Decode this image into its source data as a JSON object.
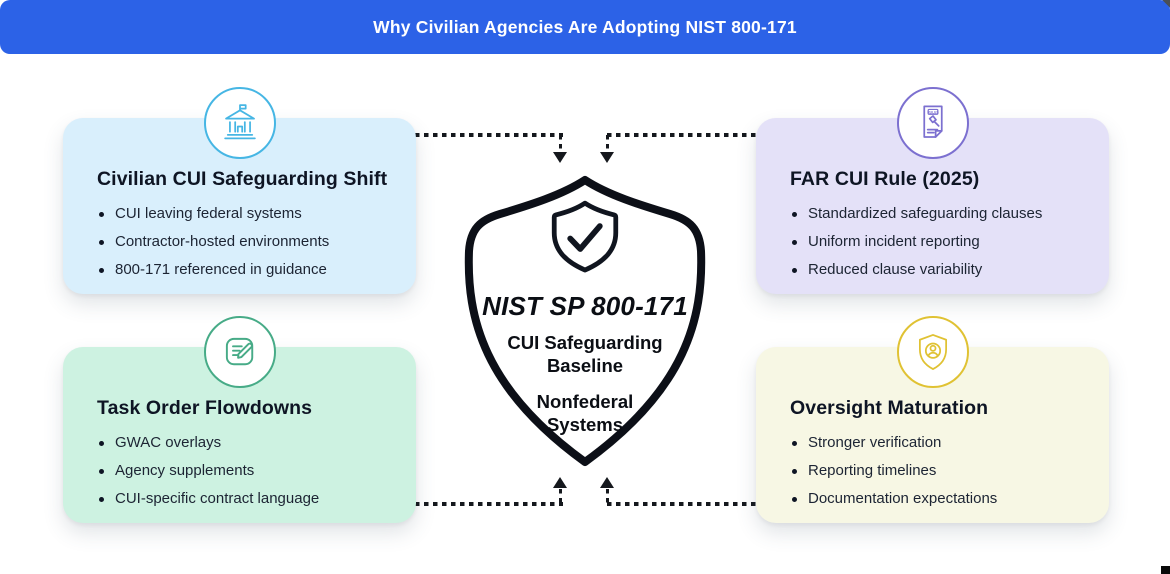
{
  "header": {
    "title": "Why Civilian Agencies Are Adopting NIST 800-171",
    "bg_color": "#2c62e7",
    "text_color": "#ffffff"
  },
  "center_shield": {
    "icon": "shield-check-icon",
    "title": "NIST SP 800-171",
    "subtitle_1": "CUI Safeguarding Baseline",
    "subtitle_2": "Nonfederal Systems",
    "outline_color": "#0c0f17"
  },
  "cards": [
    {
      "id": "civilian-cui-safeguarding-shift",
      "icon": "bank-icon",
      "accent_color": "#46b6e4",
      "bg_color": "#d9effc",
      "title": "Civilian CUI Safeguarding Shift",
      "bullets": [
        "CUI leaving federal systems",
        "Contractor-hosted environments",
        "800-171 referenced in guidance"
      ]
    },
    {
      "id": "far-cui-rule-2025",
      "icon": "rules-gavel-icon",
      "icon_label": "RULES",
      "accent_color": "#7c70d0",
      "bg_color": "#e4e1f8",
      "title": "FAR CUI Rule (2025)",
      "bullets": [
        "Standardized safeguarding clauses",
        "Uniform incident reporting",
        "Reduced clause variability"
      ]
    },
    {
      "id": "task-order-flowdowns",
      "icon": "document-pencil-icon",
      "accent_color": "#47ab87",
      "bg_color": "#cdf2e1",
      "title": "Task Order Flowdowns",
      "bullets": [
        "GWAC overlays",
        "Agency supplements",
        "CUI-specific contract language"
      ]
    },
    {
      "id": "oversight-maturation",
      "icon": "shield-user-icon",
      "accent_color": "#e0c233",
      "bg_color": "#f7f7e4",
      "title": "Oversight Maturation",
      "bullets": [
        "Stronger verification",
        "Reporting timelines",
        "Documentation expectations"
      ]
    }
  ]
}
